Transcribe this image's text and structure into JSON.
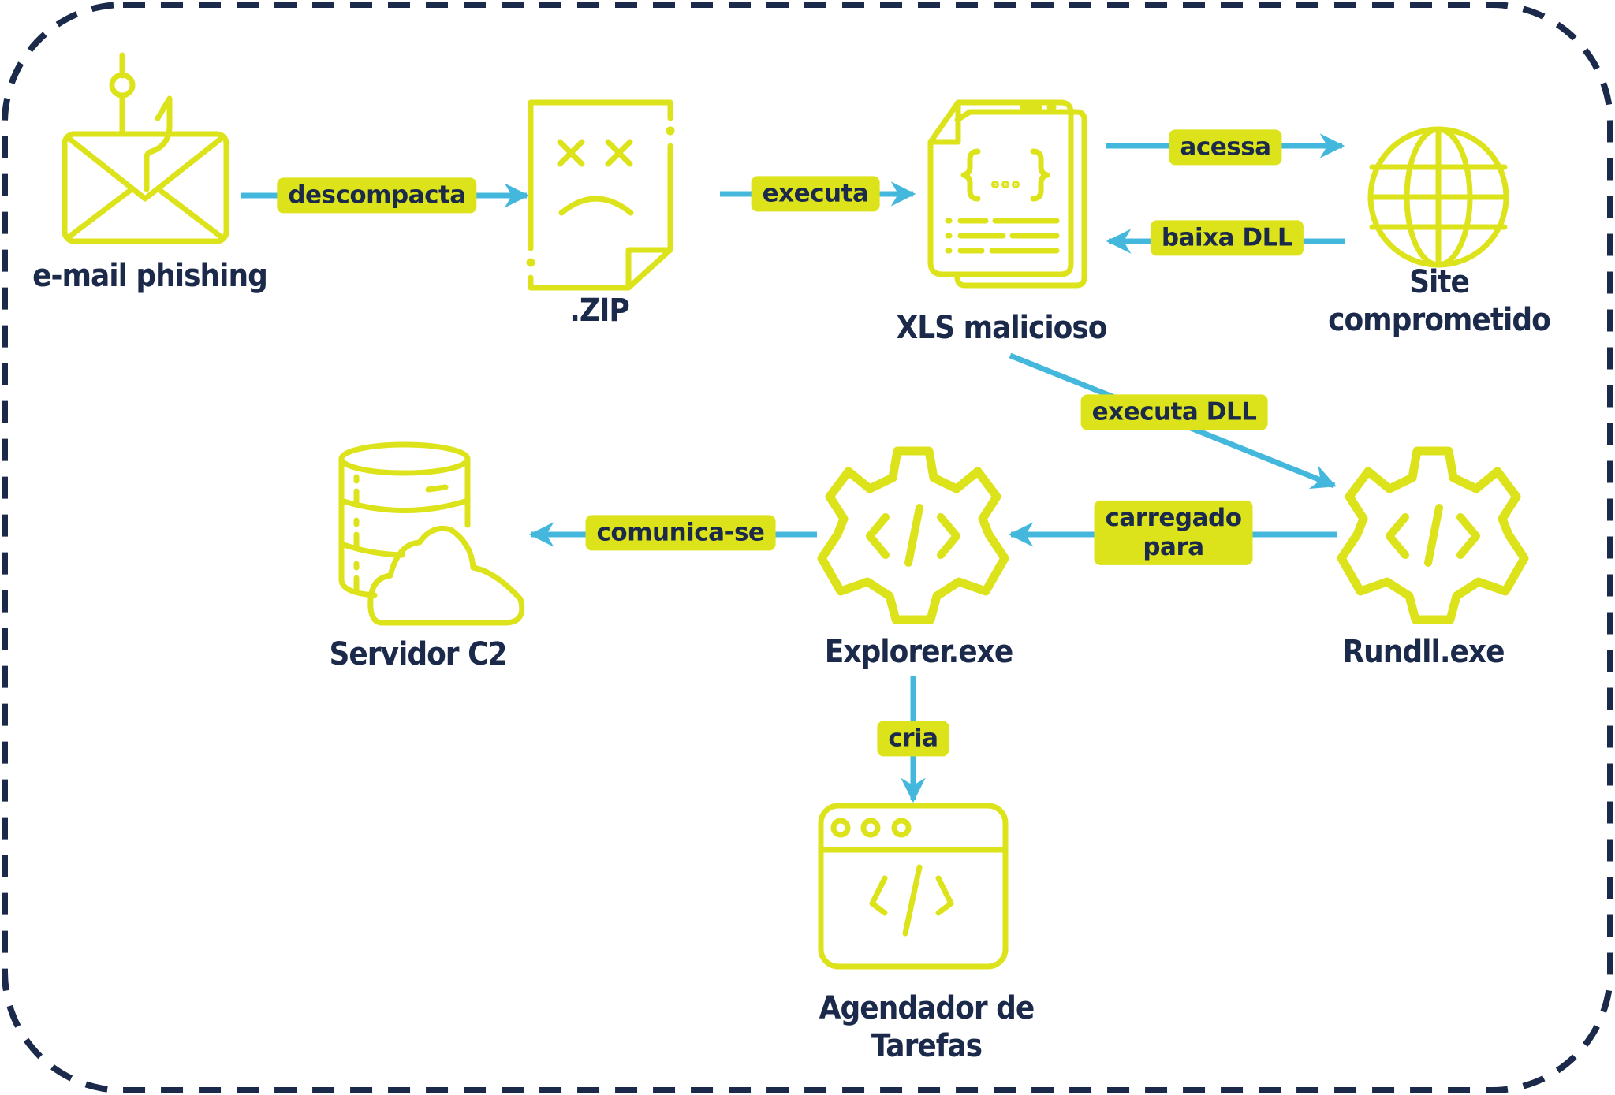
{
  "colors": {
    "icon": "#dde31a",
    "arrow": "#44b8dc",
    "text": "#1b2a4a",
    "border": "#1b2a4a",
    "label_bg": "#dde31a"
  },
  "nodes": {
    "email": {
      "label": "e-mail phishing",
      "icon": "phishing-email-icon"
    },
    "zip": {
      "label": ".ZIP",
      "icon": "sad-file-icon"
    },
    "xls": {
      "label": "XLS malicioso",
      "icon": "code-document-icon"
    },
    "site": {
      "label": "Site\ncomprometido",
      "icon": "globe-icon"
    },
    "rundll": {
      "label": "Rundll.exe",
      "icon": "code-gear-icon"
    },
    "explorer": {
      "label": "Explorer.exe",
      "icon": "code-gear-icon"
    },
    "c2": {
      "label": "Servidor C2",
      "icon": "database-cloud-icon"
    },
    "scheduler": {
      "label": "Agendador de\nTarefas",
      "icon": "code-window-icon"
    }
  },
  "edges": {
    "email_zip": {
      "label": "descompacta",
      "from": "email",
      "to": "zip"
    },
    "zip_xls": {
      "label": "executa",
      "from": "zip",
      "to": "xls"
    },
    "xls_site": {
      "label": "acessa",
      "from": "xls",
      "to": "site"
    },
    "site_xls": {
      "label": "baixa DLL",
      "from": "site",
      "to": "xls"
    },
    "xls_rundll": {
      "label": "executa DLL",
      "from": "xls",
      "to": "rundll"
    },
    "rundll_explorer": {
      "label": "carregado\npara",
      "from": "rundll",
      "to": "explorer"
    },
    "explorer_c2": {
      "label": "comunica-se",
      "from": "explorer",
      "to": "c2"
    },
    "explorer_scheduler": {
      "label": "cria",
      "from": "explorer",
      "to": "scheduler"
    }
  }
}
